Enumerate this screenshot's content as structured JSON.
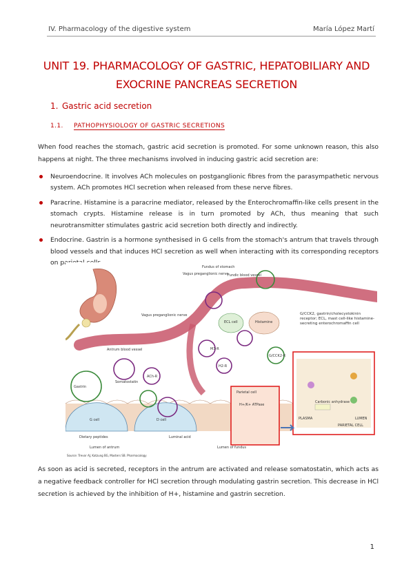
{
  "header": {
    "left": "IV. Pharmacology of the digestive system",
    "right": "María López Martí"
  },
  "title": {
    "line1": "UNIT 19. PHARMACOLOGY OF GASTRIC, HEPATOBILIARY AND",
    "line2": "EXOCRINE PANCREAS SECRETION"
  },
  "section": {
    "number": "1.",
    "title": "Gastric acid secretion"
  },
  "subsection": {
    "number": "1.1.",
    "title": "PATHOPHYSIOLOGY OF GASTRIC SECRETIONS"
  },
  "intro": "When food reaches the stomach, gastric acid secretion is promoted. For some unknown reason, this also happens at night. The three mechanisms involved in inducing gastric acid secretion are:",
  "bullets": [
    {
      "term": "Neuroendocrine.",
      "text": " It involves ACh molecules on postganglionic fibres from the parasympathetic nervous system. ACh promotes HCl secretion when released from these nerve fibres."
    },
    {
      "term": "Paracrine.",
      "text": " Histamine is a paracrine mediator, released by the Enterochromaffin-like cells present in the stomach crypts. Histamine release is in turn promoted by ACh, thus meaning that such neurotransmitter stimulates gastric acid secretion both directly and indirectly."
    },
    {
      "term": "Endocrine.",
      "text": " Gastrin is a hormone synthesised in G cells from the stomach's antrum that travels through blood vessels and that induces HCl secretion as well when interacting with its corresponding receptors on parietal cells."
    }
  ],
  "figure": {
    "labels": {
      "fundus": "Fundus of stomach",
      "vagus1": "Vagus preganglionic nerve",
      "vagus2": "Vagus preganglionic nerve",
      "fundic_vessel": "Fundic blood vessel",
      "antrum_vessel": "Antrum blood vessel",
      "ecl": "ECL cell",
      "histamine": "Histamine",
      "gastrin": "Gastrin",
      "somatostatin": "Somatostatin",
      "g_cell": "G cell",
      "d_cell": "D cell",
      "parietal": "Parietal cell",
      "atpase": "H+/K+ ATPase",
      "dietary": "Dietary peptides",
      "luminal_acid": "Luminal acid",
      "lumen_antrum": "Lumen of antrum",
      "lumen_fundus": "Lumen of fundus",
      "m2r": "M3-R",
      "cck": "G/CCK2-R",
      "h2r": "H2-R",
      "ach": "ACh-R",
      "plasma": "PLASMA",
      "lumen": "LUMEN",
      "parietal_cell": "PARIETAL CELL",
      "carbonic": "Carbonic anhydrase",
      "legend": "G/CCK2, gastrin/cholecystokinin receptor; ECL, mast cell-like histamine-secreting enterochromaffin cell",
      "source": "Source: Trevor AJ, Katzung BG, Masters SB. Pharmacology"
    },
    "colors": {
      "vessel": "#c8566a",
      "mucosa": "#f2d9c4",
      "highlight": "#e02020",
      "receptor": "#7b2a80",
      "green": "#3a8a3a"
    }
  },
  "closing": "As soon as acid is secreted, receptors in the antrum are activated and release somatostatin, which acts as a negative feedback controller for HCl secretion through modulating gastrin secretion. This decrease in HCl secretion is achieved by the inhibition of H+, histamine and gastrin secretion.",
  "page_number": "1"
}
